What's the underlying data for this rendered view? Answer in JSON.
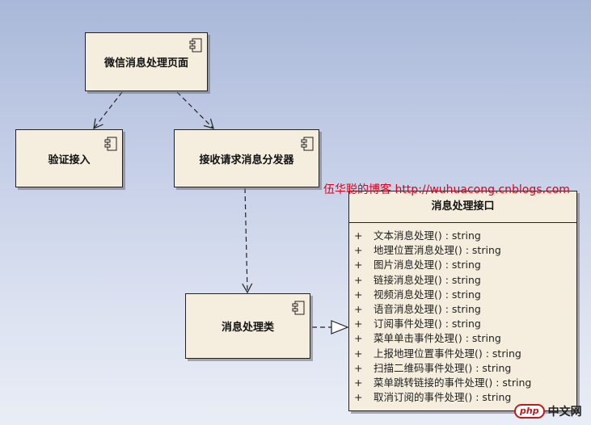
{
  "nodes": {
    "wechat_page": "微信消息处理页面",
    "verify": "验证接入",
    "dispatcher": "接收请求消息分发器",
    "processor": "消息处理类"
  },
  "interface": {
    "title": "消息处理接口",
    "visibility": "+",
    "methods": [
      "文本消息处理() : string",
      "地理位置消息处理() : string",
      "图片消息处理() : string",
      "链接消息处理() : string",
      "视频消息处理() : string",
      "语音消息处理() : string",
      "订阅事件处理() : string",
      "菜单单击事件处理() : string",
      "上报地理位置事件处理() : string",
      "扫描二维码事件处理() : string",
      "菜单跳转链接的事件处理() : string",
      "取消订阅的事件处理() : string"
    ]
  },
  "watermark": "伍华聪的博客 http://wuhuacong.cnblogs.com",
  "logo": {
    "badge": "php",
    "text": "中文网"
  },
  "colors": {
    "node_fill": "#f5eedf",
    "watermark": "#e1001a",
    "background_top": "#a9b8d9"
  }
}
